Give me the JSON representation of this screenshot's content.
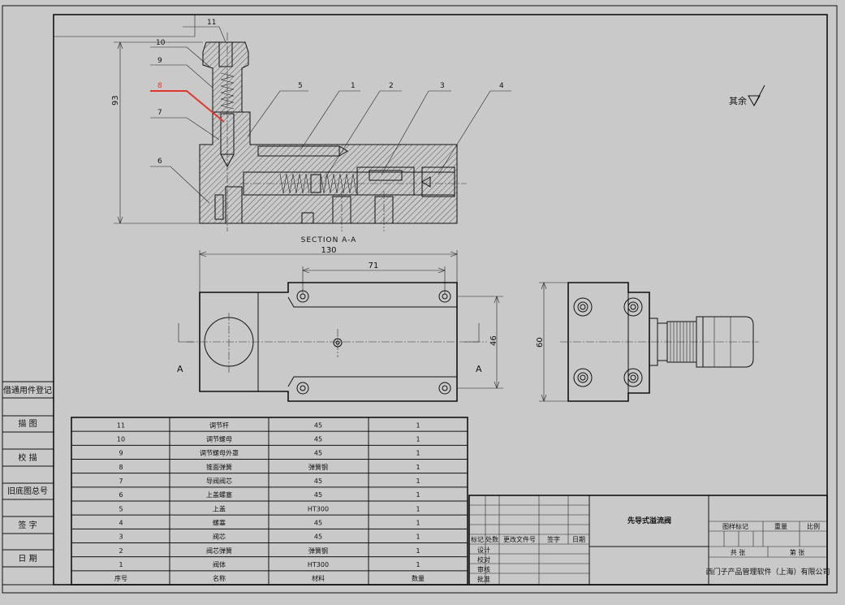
{
  "left_strip": [
    "借通用件登记",
    "描 图",
    "校 描",
    "旧底图总号",
    "签 字",
    "日 期"
  ],
  "part_labels": [
    "11",
    "10",
    "9",
    "8",
    "7",
    "6",
    "5",
    "1",
    "2",
    "3",
    "4"
  ],
  "dimensions": {
    "height_93": "93",
    "length_130": "130",
    "length_71": "71",
    "width_46": "46",
    "width_60": "60"
  },
  "section_label": "SECTION A-A",
  "view_marks": {
    "left": "A",
    "right": "A"
  },
  "roughness_note": "其余",
  "bom": {
    "rows": [
      {
        "no": "11",
        "name": "调节杆",
        "material": "45",
        "qty": "1"
      },
      {
        "no": "10",
        "name": "调节螺母",
        "material": "45",
        "qty": "1"
      },
      {
        "no": "9",
        "name": "调节螺母外罩",
        "material": "45",
        "qty": "1"
      },
      {
        "no": "8",
        "name": "锥面弹簧",
        "material": "弹簧钢",
        "qty": "1"
      },
      {
        "no": "7",
        "name": "导阀阀芯",
        "material": "45",
        "qty": "1"
      },
      {
        "no": "6",
        "name": "上盖螺塞",
        "material": "45",
        "qty": "1"
      },
      {
        "no": "5",
        "name": "上盖",
        "material": "HT300",
        "qty": "1"
      },
      {
        "no": "4",
        "name": "螺塞",
        "material": "45",
        "qty": "1"
      },
      {
        "no": "3",
        "name": "阀芯",
        "material": "45",
        "qty": "1"
      },
      {
        "no": "2",
        "name": "阀芯弹簧",
        "material": "弹簧钢",
        "qty": "1"
      },
      {
        "no": "1",
        "name": "阀体",
        "material": "HT300",
        "qty": "1"
      }
    ],
    "header": {
      "no": "序号",
      "name": "名称",
      "material": "材料",
      "qty": "数量"
    }
  },
  "title_block": {
    "drawing_name": "先导式溢流阀",
    "rev_headers": [
      "标记",
      "处数",
      "更改文件号",
      "签字",
      "日期"
    ],
    "roles": [
      "设计",
      "校对",
      "审核",
      "批准"
    ],
    "stage_label": "图样标记",
    "weight_label": "重量",
    "scale_label": "比例",
    "sheet_total": "共 张",
    "sheet_no": "第 张",
    "company": "西门子产品管理软件（上海）有限公司"
  },
  "colors": {
    "leader_highlight": "#e0392b",
    "background": "#c9c9c9"
  }
}
